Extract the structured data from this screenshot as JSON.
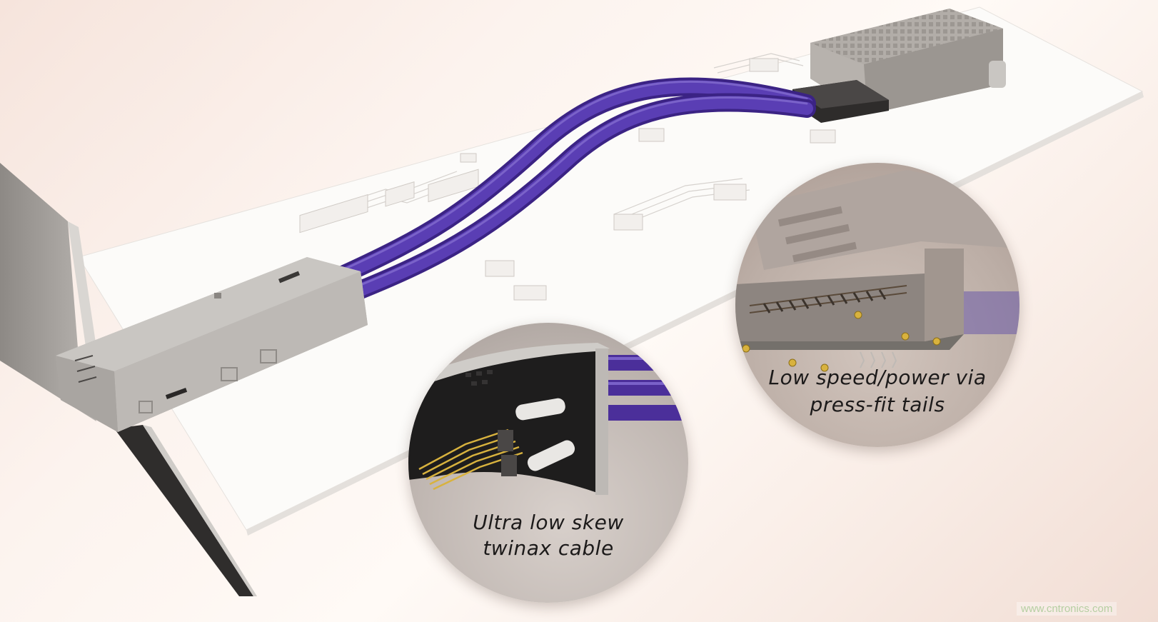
{
  "figure": {
    "subject": "Twinax cable-based connector assembly on a circuit board",
    "callouts": [
      {
        "id": "callout-twinax",
        "line1": "Ultra low skew",
        "line2": "twinax cable"
      },
      {
        "id": "callout-press-fit",
        "line1": "Low speed/power via",
        "line2": "press-fit tails"
      }
    ],
    "watermark": "www.cntronics.com"
  },
  "colors": {
    "cable": "#4b2f9a",
    "cable_highlight": "#7a62c9",
    "board": "#fbfaf8",
    "metal": "#b5b2ae",
    "heatsink": "#a8a39e",
    "gold": "#d8b23e",
    "background": "#f8ebe4",
    "watermark": "#b6cfa2"
  }
}
